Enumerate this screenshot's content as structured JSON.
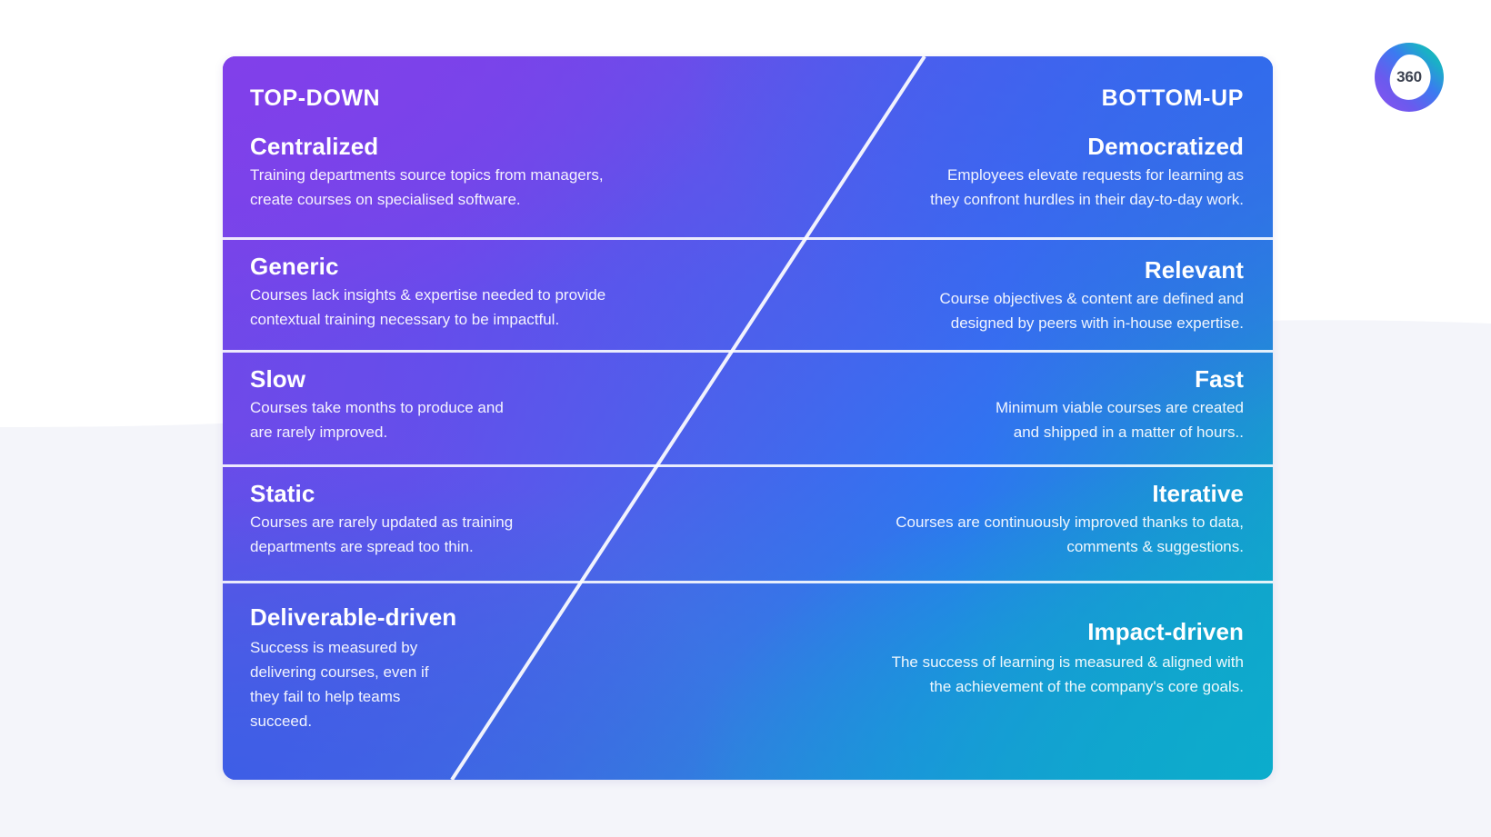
{
  "logo": {
    "name": "360learning-logo",
    "text": "360",
    "ring_colors": [
      "#7B43E8",
      "#3B6BF0",
      "#15B89E",
      "#1BC0B0"
    ]
  },
  "card": {
    "colors": {
      "top_left_purple": "#7B43E8",
      "top_right_blue": "#2B6BF0",
      "bottom_left_blue": "#3B5BE8",
      "bottom_right_teal": "#0FA8C8",
      "divider": "#FFFFFF",
      "text": "#FFFFFF"
    },
    "left_column_label": "TOP-DOWN",
    "right_column_label": "BOTTOM-UP",
    "rows": [
      {
        "left": {
          "title": "Centralized",
          "desc_lines": [
            "Training departments source topics from managers,",
            "create courses on specialised software."
          ]
        },
        "right": {
          "title": "Democratized",
          "desc_lines": [
            "Employees elevate requests for learning as",
            "they confront hurdles in their day-to-day work."
          ]
        }
      },
      {
        "left": {
          "title": "Generic",
          "desc_lines": [
            "Courses lack insights & expertise needed to provide",
            "contextual training necessary to be impactful."
          ]
        },
        "right": {
          "title": "Relevant",
          "desc_lines": [
            "Course objectives & content are defined and",
            "designed by peers with in-house expertise."
          ]
        }
      },
      {
        "left": {
          "title": "Slow",
          "desc_lines": [
            "Courses take months to produce and",
            "are rarely improved."
          ]
        },
        "right": {
          "title": "Fast",
          "desc_lines": [
            "Minimum viable courses are created",
            "and shipped in a matter of hours.."
          ]
        }
      },
      {
        "left": {
          "title": "Static",
          "desc_lines": [
            "Courses are rarely updated as training",
            "departments are spread too thin."
          ]
        },
        "right": {
          "title": "Iterative",
          "desc_lines": [
            "Courses are continuously improved thanks to data,",
            "comments & suggestions."
          ]
        }
      },
      {
        "left": {
          "title": "Deliverable-driven",
          "desc_lines": [
            "Success is measured by",
            "delivering courses, even if",
            "they fail to help teams",
            "succeed."
          ]
        },
        "right": {
          "title": "Impact-driven",
          "desc_lines": [
            "The success of learning is measured & aligned with",
            "the achievement of the company's core goals."
          ]
        }
      }
    ]
  },
  "background": {
    "page_color": "#FFFFFF",
    "curve_color": "#F4F5FA"
  }
}
